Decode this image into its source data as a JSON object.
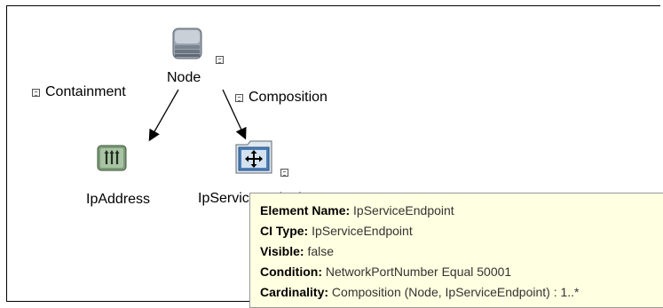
{
  "nodes": {
    "node": {
      "label": "Node",
      "icon": "server-stack-icon"
    },
    "ipaddress": {
      "label": "IpAddress",
      "icon": "ip-address-icon"
    },
    "ipserviceendpoint": {
      "label": "IpServiceEndpoi",
      "icon": "service-endpoint-icon"
    }
  },
  "edges": {
    "containment": {
      "label": "Containment"
    },
    "composition": {
      "label": "Composition"
    }
  },
  "tooltip": {
    "element_name_key": "Element Name",
    "element_name_value": "IpServiceEndpoint",
    "ci_type_key": "CI Type",
    "ci_type_value": "IpServiceEndpoint",
    "visible_key": "Visible",
    "visible_value": "false",
    "condition_key": "Condition",
    "condition_value": "NetworkPortNumber Equal 50001",
    "cardinality_key": "Cardinality",
    "cardinality_value": "Composition (Node, IpServiceEndpoint) : 1..*"
  },
  "colors": {
    "tooltip_bg": "#ffffe1",
    "node_icon_gray": "#8f9aa6",
    "ip_icon_green": "#6f8f6b",
    "endpoint_blue": "#2a6aa8"
  }
}
